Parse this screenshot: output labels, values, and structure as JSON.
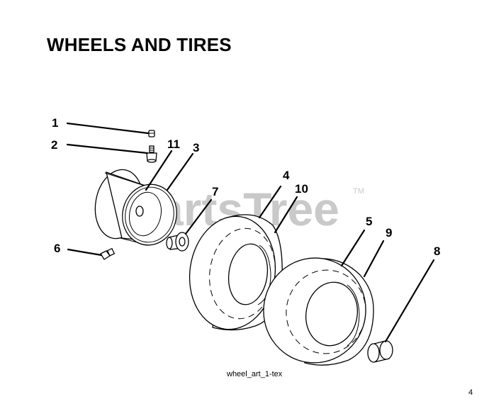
{
  "title": "WHEELS AND TIRES",
  "watermark": {
    "text": "PartsTree",
    "trademark": "TM"
  },
  "figure_caption": "wheel_art_1-tex",
  "corner_mark": "4",
  "callouts": [
    {
      "id": "1",
      "part": "valve-cap"
    },
    {
      "id": "2",
      "part": "valve-stem"
    },
    {
      "id": "11",
      "part": "rim-inner"
    },
    {
      "id": "3",
      "part": "wheel-rim"
    },
    {
      "id": "7",
      "part": "bushing"
    },
    {
      "id": "4",
      "part": "front-tire"
    },
    {
      "id": "10",
      "part": "front-tire-inner"
    },
    {
      "id": "5",
      "part": "rear-tire"
    },
    {
      "id": "9",
      "part": "rear-tire-inner"
    },
    {
      "id": "6",
      "part": "grease-fitting"
    },
    {
      "id": "8",
      "part": "hub-cap"
    }
  ],
  "colors": {
    "ink": "#000000",
    "watermark": "#c9c9c9",
    "background": "#ffffff"
  }
}
